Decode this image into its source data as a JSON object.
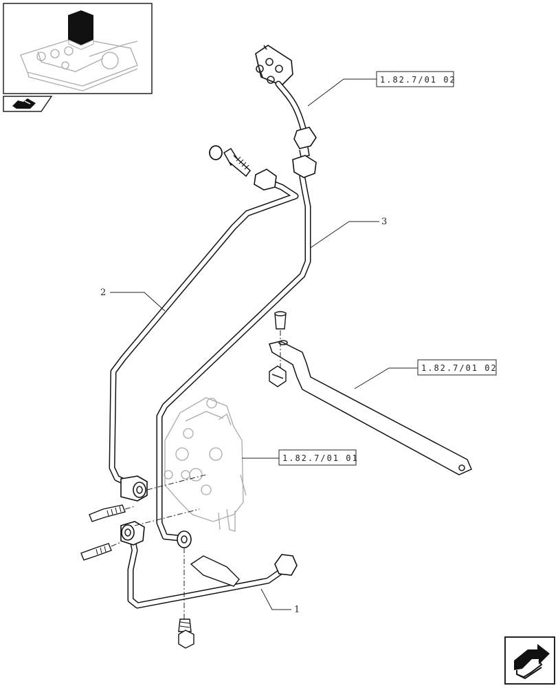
{
  "references": {
    "ref_top": "1.82.7/01 02",
    "ref_bracket": "1.82.7/01 02",
    "ref_valve": "1.82.7/01 01"
  },
  "callouts": {
    "item_1": "1",
    "item_2": "2",
    "item_3": "3"
  },
  "icons": {
    "thumbnail": "assembly-thumbnail-icon",
    "section": "section-tab-icon",
    "next": "next-page-arrow-icon"
  }
}
